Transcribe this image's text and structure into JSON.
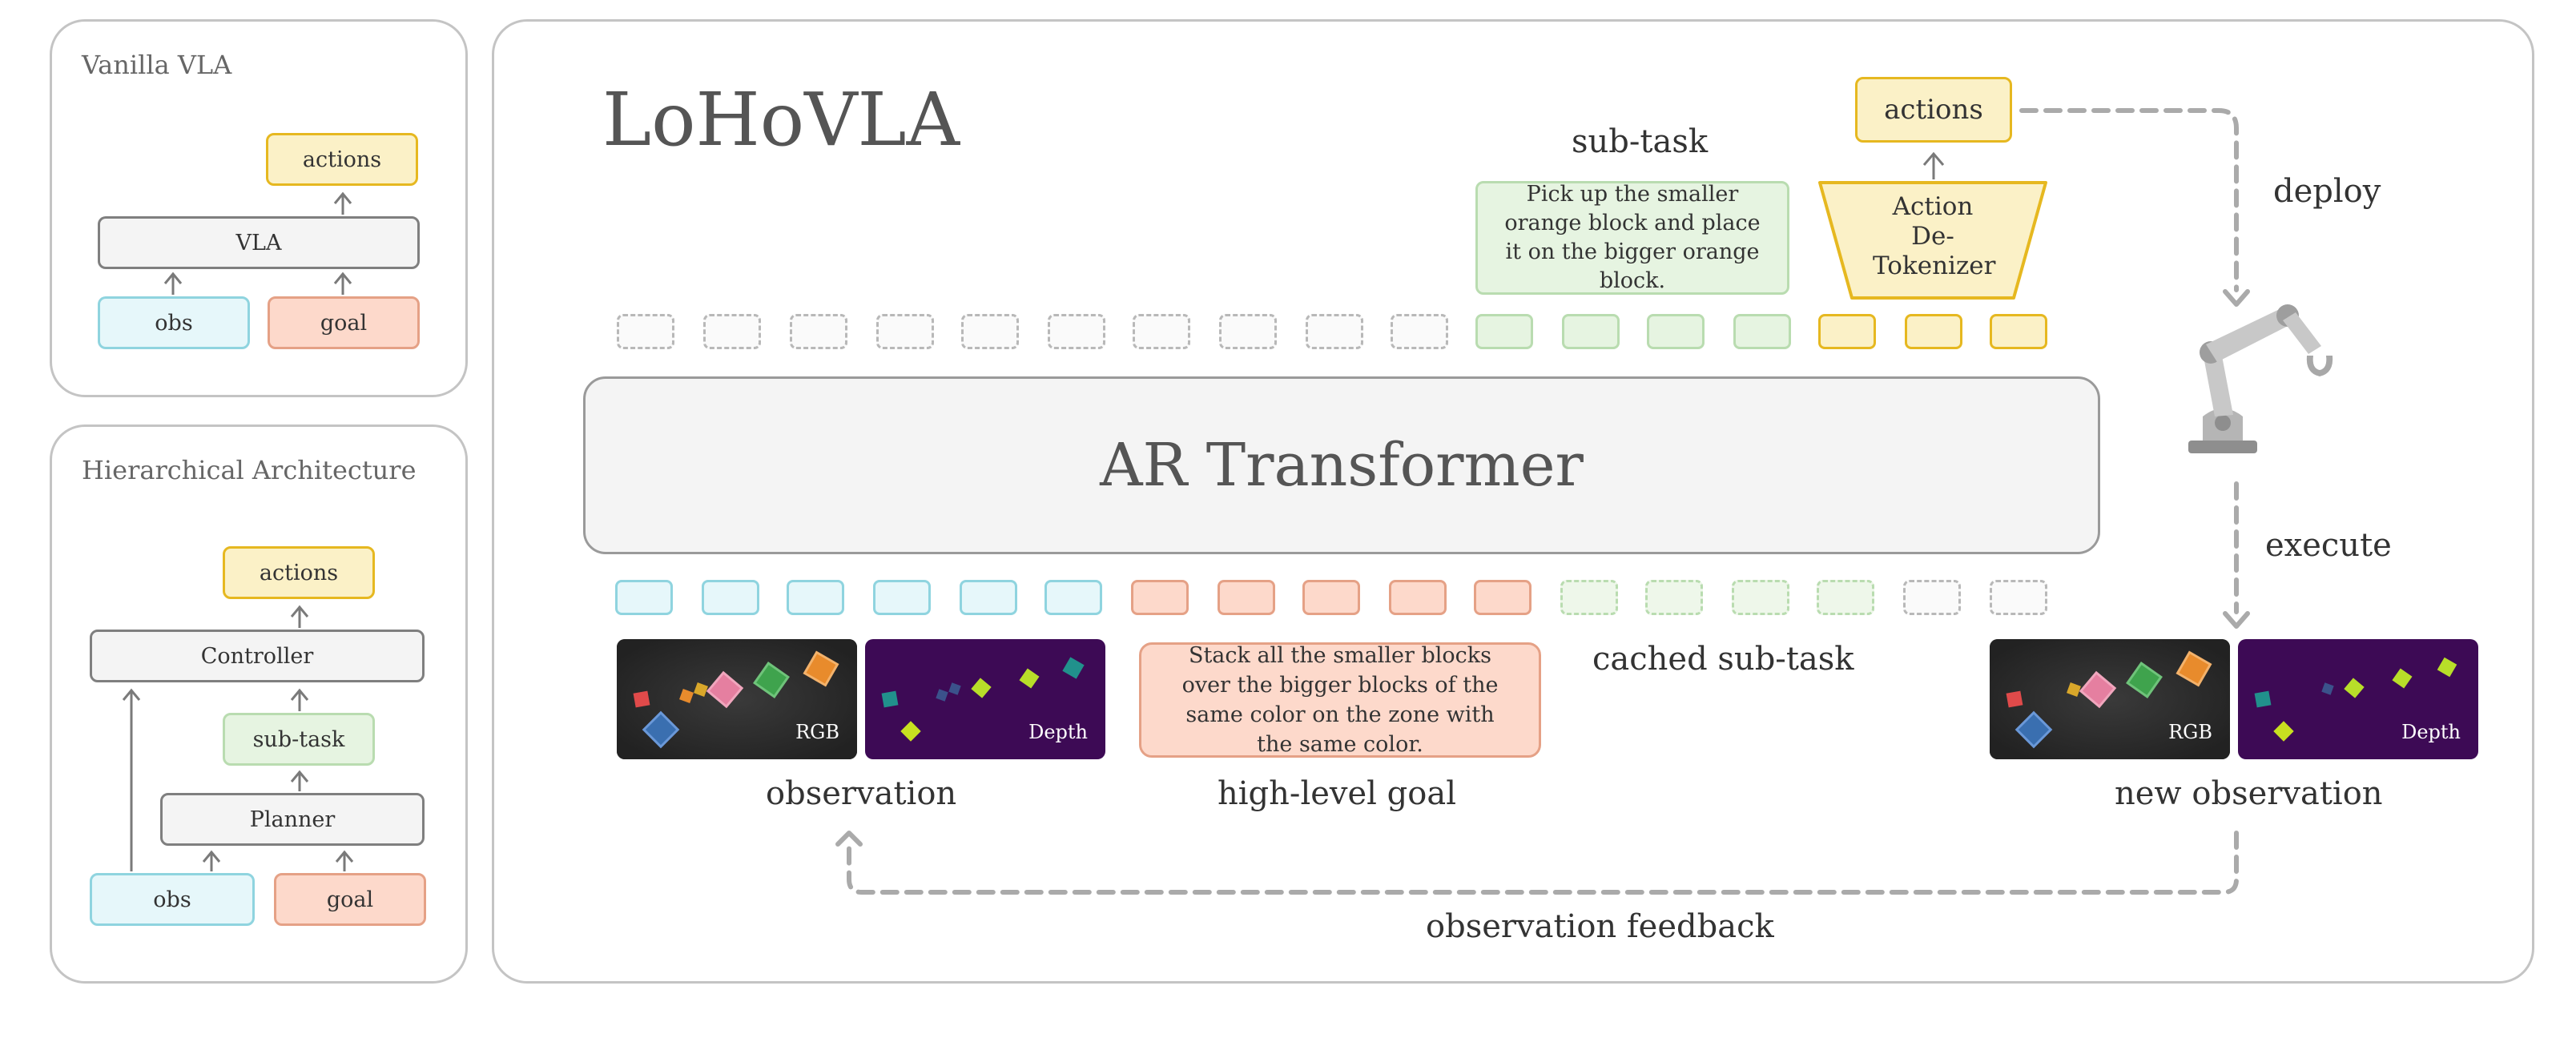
{
  "vanilla": {
    "title": "Vanilla VLA",
    "actions": "actions",
    "vla": "VLA",
    "obs": "obs",
    "goal": "goal"
  },
  "hier": {
    "title": "Hierarchical Architecture",
    "actions": "actions",
    "controller": "Controller",
    "subtask": "sub-task",
    "planner": "Planner",
    "obs": "obs",
    "goal": "goal"
  },
  "main": {
    "title": "LoHoVLA",
    "subtask_label": "sub-task",
    "subtask_text": "Pick up the smaller orange block and place it on the bigger orange block.",
    "actions": "actions",
    "detokenizer": "Action De-Tokenizer",
    "transformer": "AR Transformer",
    "goal_text": "Stack all the smaller blocks over the bigger blocks of the same color on the zone with the same color.",
    "observation_label": "observation",
    "goal_label": "high-level goal",
    "cached_label": "cached sub-task",
    "new_obs_label": "new observation",
    "feedback_label": "observation feedback",
    "deploy_label": "deploy",
    "execute_label": "execute",
    "rgb_tag": "RGB",
    "depth_tag": "Depth"
  },
  "colors": {
    "gray": "#f4f4f4",
    "yellow": "#fbf1c7",
    "cyan": "#e6f7fa",
    "pink": "#fdd9cb",
    "green": "#e6f4e1",
    "depth_bg": "#3d0a55",
    "rgb_bg": "#2a2a2a"
  },
  "icons": {
    "robot": "robot-arm-icon"
  }
}
